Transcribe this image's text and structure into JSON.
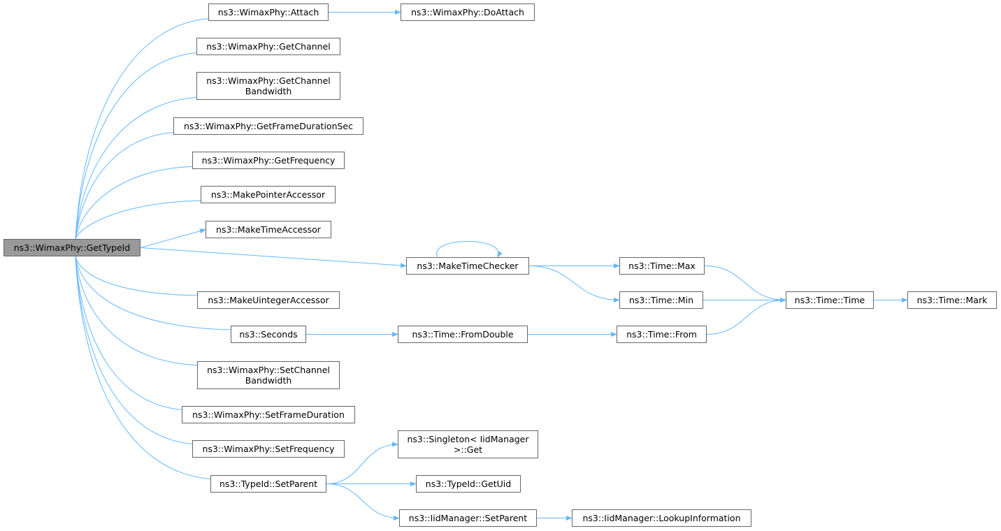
{
  "diagram": {
    "edge_color": "#63b8ff",
    "root_fill": "#999999",
    "node_border": "#666666",
    "nodes": {
      "gettypeid": "ns3::WimaxPhy::GetTypeId",
      "attach": "ns3::WimaxPhy::Attach",
      "doattach": "ns3::WimaxPhy::DoAttach",
      "getchannel": "ns3::WimaxPhy::GetChannel",
      "getchannelbw": "ns3::WimaxPhy::GetChannel\nBandwidth",
      "getframedur": "ns3::WimaxPhy::GetFrameDurationSec",
      "getfreq": "ns3::WimaxPhy::GetFrequency",
      "makeptr": "ns3::MakePointerAccessor",
      "maketimeacc": "ns3::MakeTimeAccessor",
      "maketimechk": "ns3::MakeTimeChecker",
      "timemax": "ns3::Time::Max",
      "timemin": "ns3::Time::Min",
      "timetime": "ns3::Time::Time",
      "timemark": "ns3::Time::Mark",
      "makeuint": "ns3::MakeUintegerAccessor",
      "seconds": "ns3::Seconds",
      "fromdouble": "ns3::Time::FromDouble",
      "timefrom": "ns3::Time::From",
      "setchannelbw": "ns3::WimaxPhy::SetChannel\nBandwidth",
      "setframedur": "ns3::WimaxPhy::SetFrameDuration",
      "setfreq": "ns3::WimaxPhy::SetFrequency",
      "setparent": "ns3::TypeId::SetParent",
      "singleton": "ns3::Singleton< IidManager\n>::Get",
      "getuid": "ns3::TypeId::GetUid",
      "iidsetparent": "ns3::IidManager::SetParent",
      "lookup": "ns3::IidManager::LookupInformation"
    },
    "edges": [
      [
        "gettypeid",
        "attach"
      ],
      [
        "gettypeid",
        "getchannel"
      ],
      [
        "gettypeid",
        "getchannelbw"
      ],
      [
        "gettypeid",
        "getframedur"
      ],
      [
        "gettypeid",
        "getfreq"
      ],
      [
        "gettypeid",
        "makeptr"
      ],
      [
        "gettypeid",
        "maketimeacc"
      ],
      [
        "gettypeid",
        "maketimechk"
      ],
      [
        "gettypeid",
        "makeuint"
      ],
      [
        "gettypeid",
        "seconds"
      ],
      [
        "gettypeid",
        "setchannelbw"
      ],
      [
        "gettypeid",
        "setframedur"
      ],
      [
        "gettypeid",
        "setfreq"
      ],
      [
        "gettypeid",
        "setparent"
      ],
      [
        "attach",
        "doattach"
      ],
      [
        "maketimechk",
        "maketimechk"
      ],
      [
        "maketimechk",
        "timemax"
      ],
      [
        "maketimechk",
        "timemin"
      ],
      [
        "timemax",
        "timetime"
      ],
      [
        "timemin",
        "timetime"
      ],
      [
        "timetime",
        "timemark"
      ],
      [
        "seconds",
        "fromdouble"
      ],
      [
        "fromdouble",
        "timefrom"
      ],
      [
        "timefrom",
        "timetime"
      ],
      [
        "setparent",
        "singleton"
      ],
      [
        "setparent",
        "getuid"
      ],
      [
        "setparent",
        "iidsetparent"
      ],
      [
        "iidsetparent",
        "lookup"
      ]
    ]
  }
}
